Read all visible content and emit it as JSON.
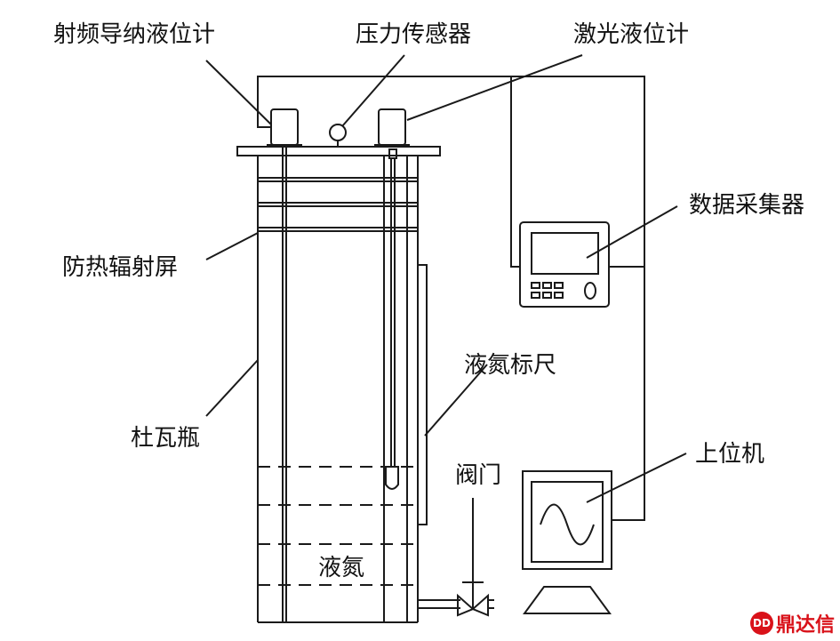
{
  "labels": {
    "rf_level_gauge": "射频导纳液位计",
    "pressure_sensor": "压力传感器",
    "laser_level_gauge": "激光液位计",
    "data_collector": "数据采集器",
    "heat_radiation_shield": "防热辐射屏",
    "ln2_ruler": "液氮标尺",
    "dewar": "杜瓦瓶",
    "valve": "阀门",
    "host_computer": "上位机",
    "liquid_nitrogen": "液氮"
  },
  "watermark": {
    "logo": "鼎达信"
  },
  "colors": {
    "line": "#1a1a1a",
    "background": "#ffffff",
    "watermark": "#d9121a"
  }
}
